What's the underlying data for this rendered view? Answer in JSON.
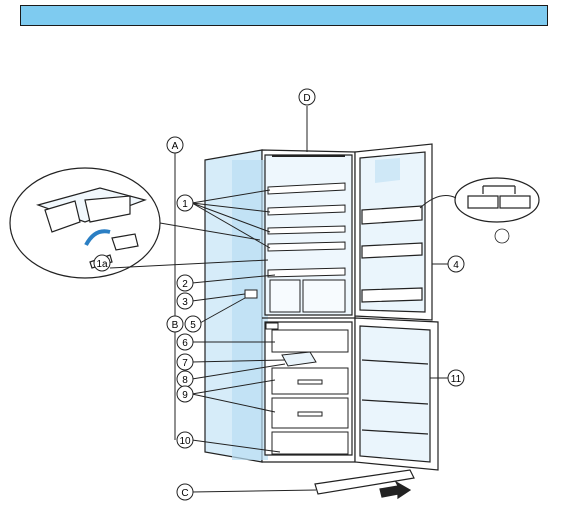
{
  "header": {
    "color": "#7ecbf0"
  },
  "callouts": {
    "D": "D",
    "A": "A",
    "B": "B",
    "C": "C",
    "n1": "1",
    "n1a": "1a",
    "n2": "2",
    "n3": "3",
    "n4": "4",
    "n5": "5",
    "n6": "6",
    "n7": "7",
    "n8": "8",
    "n9": "9",
    "n10": "10",
    "n11": "11"
  }
}
